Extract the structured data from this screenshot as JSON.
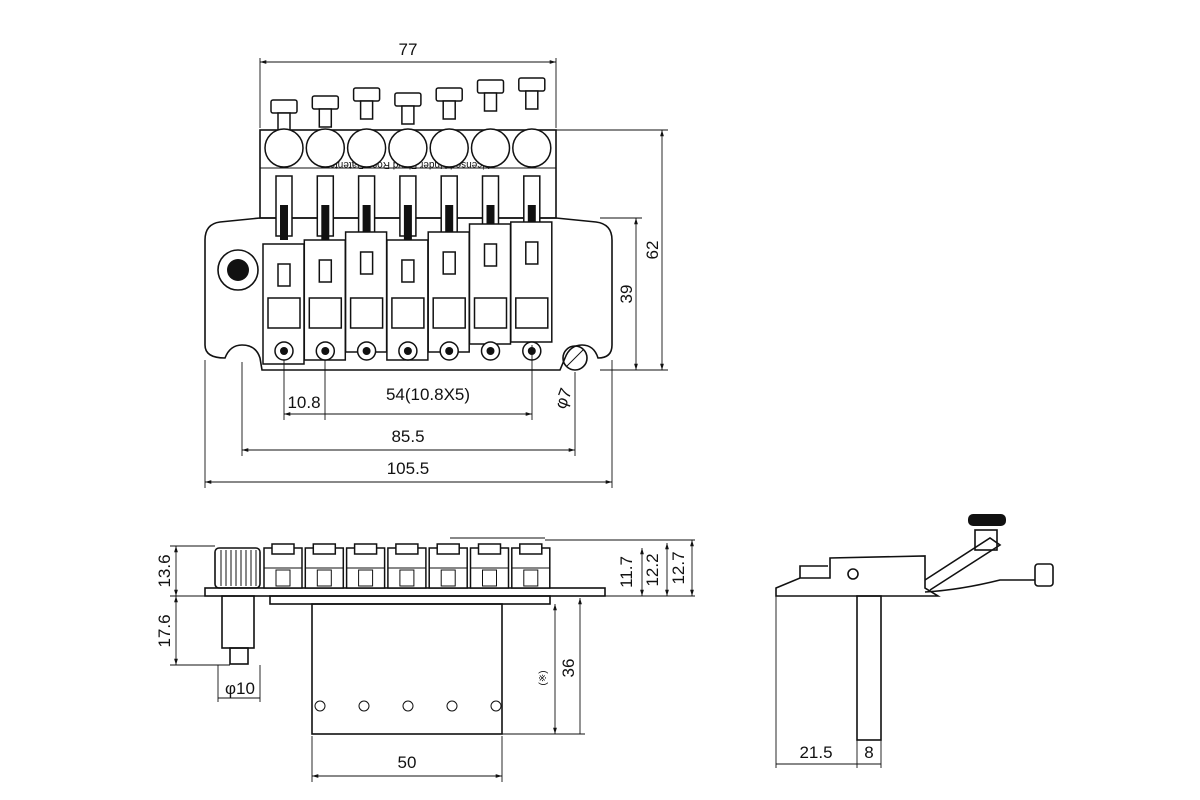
{
  "top_view": {
    "width_77": "77",
    "height_62": "62",
    "height_39": "39",
    "spacing_10_8": "10.8",
    "spacing_54": "54(10.8X5)",
    "stud_85_5": "85.5",
    "overall_105_5": "105.5",
    "stud_dia": "φ7",
    "engraving": "Licensed Under Floyd Rose Patents"
  },
  "front_view": {
    "h_13_6": "13.6",
    "h_17_6": "17.6",
    "dia_10": "φ10",
    "h_11_7": "11.7",
    "h_12_2": "12.2",
    "h_12_7": "12.7",
    "block_36": "36",
    "note_mark": "(※)",
    "block_50": "50"
  },
  "side_view": {
    "len_21_5": "21.5",
    "w_8": "8"
  }
}
